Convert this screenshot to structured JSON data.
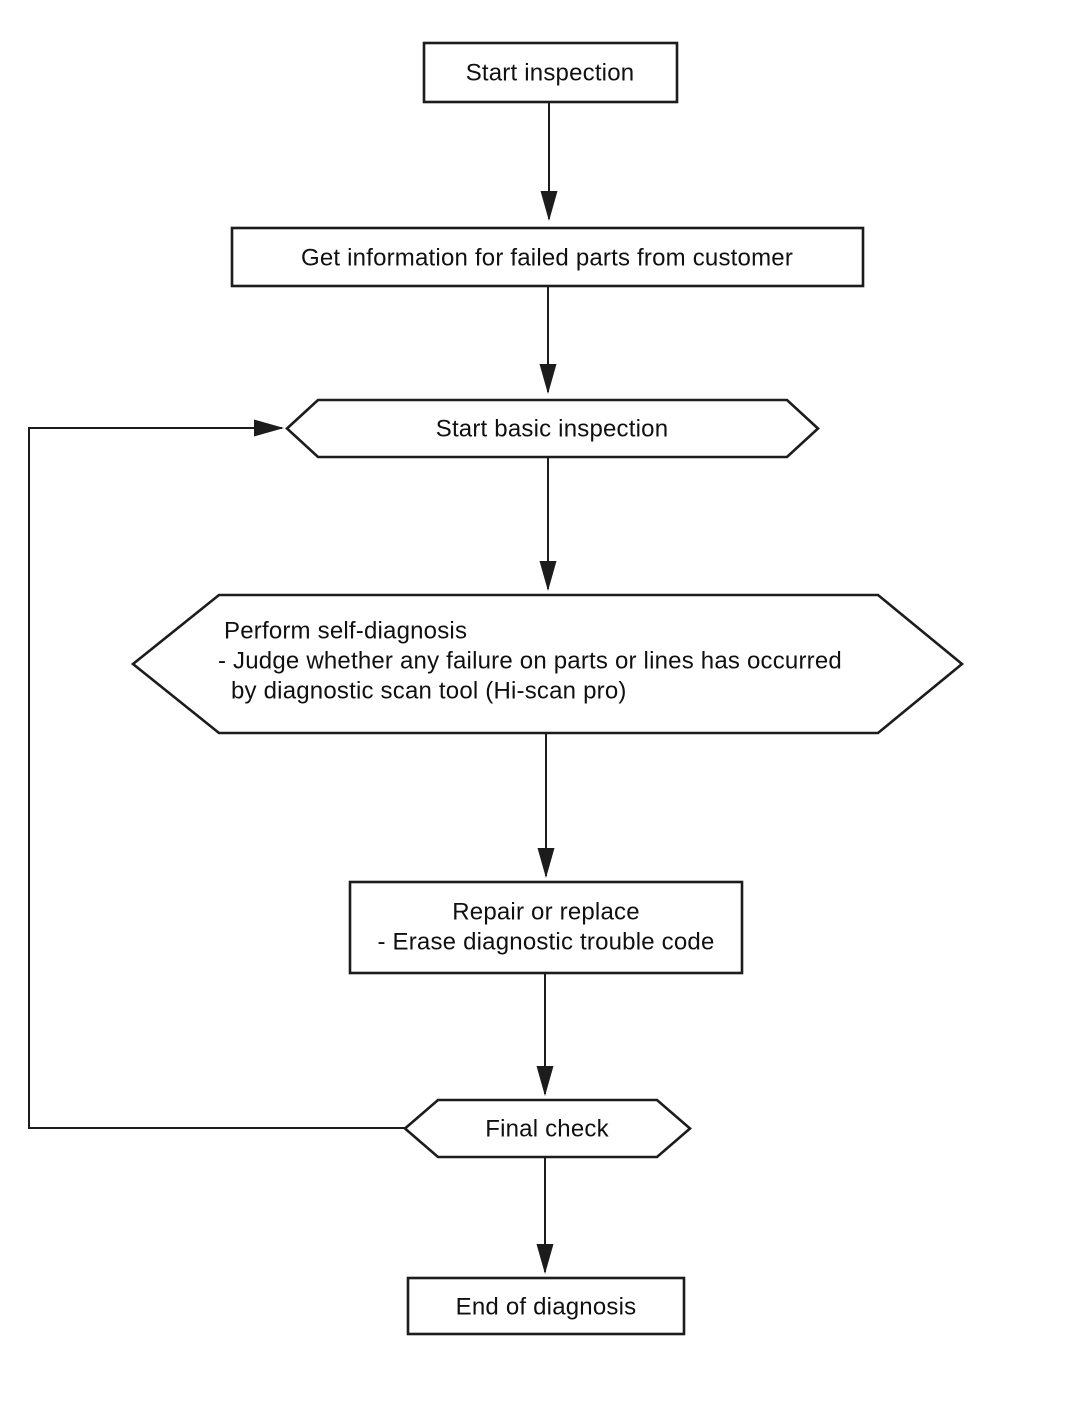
{
  "diagram": {
    "type": "flowchart",
    "background_color": "#ffffff",
    "line_color": "#1c1c1c",
    "text_color": "#101010",
    "nodes": [
      {
        "id": "start-inspection",
        "shape": "rectangle",
        "label": "Start inspection"
      },
      {
        "id": "get-information",
        "shape": "rectangle",
        "label": "Get information for failed parts from customer"
      },
      {
        "id": "start-basic-inspection",
        "shape": "hexagon",
        "label": "Start basic inspection"
      },
      {
        "id": "perform-self-diagnosis",
        "shape": "hexagon",
        "lines": [
          "Perform self-diagnosis",
          "- Judge whether any failure on parts or lines has occurred",
          "by diagnostic scan tool (Hi-scan pro)"
        ]
      },
      {
        "id": "repair-or-replace",
        "shape": "rectangle",
        "lines": [
          "Repair or replace",
          "- Erase diagnostic trouble code"
        ]
      },
      {
        "id": "final-check",
        "shape": "hexagon",
        "label": "Final check"
      },
      {
        "id": "end-of-diagnosis",
        "shape": "rectangle",
        "label": "End of diagnosis"
      }
    ],
    "edges": [
      {
        "from": "start-inspection",
        "to": "get-information",
        "kind": "arrow-down"
      },
      {
        "from": "get-information",
        "to": "start-basic-inspection",
        "kind": "arrow-down"
      },
      {
        "from": "start-basic-inspection",
        "to": "perform-self-diagnosis",
        "kind": "arrow-down"
      },
      {
        "from": "perform-self-diagnosis",
        "to": "repair-or-replace",
        "kind": "arrow-down"
      },
      {
        "from": "repair-or-replace",
        "to": "final-check",
        "kind": "arrow-down"
      },
      {
        "from": "final-check",
        "to": "end-of-diagnosis",
        "kind": "arrow-down"
      },
      {
        "from": "final-check",
        "to": "start-basic-inspection",
        "kind": "feedback-loop-left"
      }
    ]
  }
}
